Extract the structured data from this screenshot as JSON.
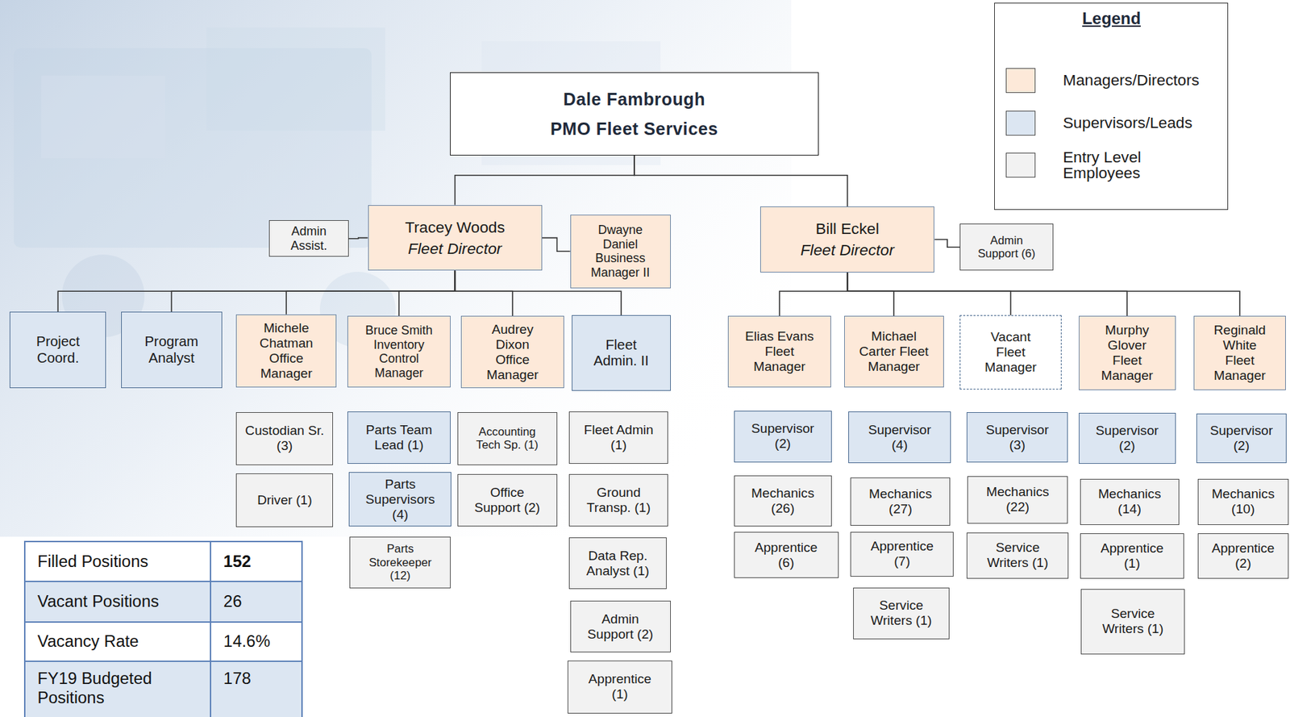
{
  "diagram": {
    "nodes": [
      {
        "text": [
          "Dale Fambrough",
          "PMO Fleet Services"
        ]
      },
      {
        "text": [
          "Tracey Woods",
          "Fleet Director"
        ]
      },
      {
        "text": [
          "Admin Assist."
        ]
      },
      {
        "text": [
          "Dwayne Daniel Business Manager II"
        ]
      },
      {
        "text": [
          "Bill Eckel",
          "Fleet Director"
        ]
      },
      {
        "text": [
          "Admin Support (6)"
        ]
      },
      {
        "text": [
          "Project Coord."
        ]
      },
      {
        "text": [
          "Program Analyst"
        ]
      },
      {
        "text": [
          "Michele Chatman Office Manager"
        ]
      },
      {
        "text": [
          "Bruce Smith Inventory Control Manager"
        ]
      },
      {
        "text": [
          "Audrey Dixon Office Manager"
        ]
      },
      {
        "text": [
          "Fleet Admin. II"
        ]
      },
      {
        "text": [
          "Elias Evans Fleet Manager"
        ]
      },
      {
        "text": [
          "Michael Carter Fleet Manager"
        ]
      },
      {
        "text": [
          "Vacant Fleet Manager"
        ]
      },
      {
        "text": [
          "Murphy Glover Fleet Manager"
        ]
      },
      {
        "text": [
          "Reginald White Fleet Manager"
        ]
      },
      {
        "text": [
          "Custodian Sr. (3)"
        ]
      },
      {
        "text": [
          "Driver (1)"
        ]
      },
      {
        "text": [
          "Parts Team Lead (1)"
        ]
      },
      {
        "text": [
          "Parts Supervisors (4)"
        ]
      },
      {
        "text": [
          "Parts Storekeeper (12)"
        ]
      },
      {
        "text": [
          "Accounting Tech Sp. (1)"
        ]
      },
      {
        "text": [
          "Office Support (2)"
        ]
      },
      {
        "text": [
          "Fleet Admin (1)"
        ]
      },
      {
        "text": [
          "Ground Transp. (1)"
        ]
      },
      {
        "text": [
          "Data Rep. Analyst (1)"
        ]
      },
      {
        "text": [
          "Admin Support (2)"
        ]
      },
      {
        "text": [
          "Apprentice (1)"
        ]
      },
      {
        "text": [
          "Supervisor (2)"
        ]
      },
      {
        "text": [
          "Mechanics (26)"
        ]
      },
      {
        "text": [
          "Apprentice (6)"
        ]
      },
      {
        "text": [
          "Supervisor (4)"
        ]
      },
      {
        "text": [
          "Mechanics (27)"
        ]
      },
      {
        "text": [
          "Apprentice (7)"
        ]
      },
      {
        "text": [
          "Service Writers (1)"
        ]
      },
      {
        "text": [
          "Supervisor (3)"
        ]
      },
      {
        "text": [
          "Mechanics (22)"
        ]
      },
      {
        "text": [
          "Service Writers (1)"
        ]
      },
      {
        "text": [
          "Supervisor (2)"
        ]
      },
      {
        "text": [
          "Mechanics (14)"
        ]
      },
      {
        "text": [
          "Apprentice (1)"
        ]
      },
      {
        "text": [
          "Service Writers (1)"
        ]
      },
      {
        "text": [
          "Supervisor (2)"
        ]
      },
      {
        "text": [
          "Mechanics (10)"
        ]
      },
      {
        "text": [
          "Apprentice (2)"
        ]
      }
    ],
    "edges": [
      {
        "from": 0,
        "to": 1,
        "arrow": "none"
      },
      {
        "from": 0,
        "to": 4,
        "arrow": "none"
      },
      {
        "from": 1,
        "to": 2,
        "arrow": "none"
      },
      {
        "from": 1,
        "to": 3,
        "arrow": "none"
      },
      {
        "from": 1,
        "to": 6,
        "arrow": "none"
      },
      {
        "from": 1,
        "to": 7,
        "arrow": "none"
      },
      {
        "from": 1,
        "to": 8,
        "arrow": "none"
      },
      {
        "from": 1,
        "to": 9,
        "arrow": "none"
      },
      {
        "from": 1,
        "to": 10,
        "arrow": "none"
      },
      {
        "from": 1,
        "to": 11,
        "arrow": "none"
      },
      {
        "from": 4,
        "to": 5,
        "arrow": "none"
      },
      {
        "from": 4,
        "to": 12,
        "arrow": "none"
      },
      {
        "from": 4,
        "to": 13,
        "arrow": "none"
      },
      {
        "from": 4,
        "to": 14,
        "arrow": "none"
      },
      {
        "from": 4,
        "to": 15,
        "arrow": "none"
      },
      {
        "from": 4,
        "to": 16,
        "arrow": "none"
      }
    ],
    "labels": [
      "Legend",
      "Filled Positions",
      "152",
      "Vacant Positions",
      "26",
      "Vacancy Rate",
      "14.6%",
      "FY19 Budgeted Positions",
      "178"
    ],
    "legend": [
      {
        "text": "Managers/Directors",
        "color": "#fde9d9"
      },
      {
        "text": "Supervisors/Leads",
        "color": "#dce6f2"
      },
      {
        "text": "Entry Level Employees",
        "color": "#f2f2f2"
      }
    ]
  }
}
